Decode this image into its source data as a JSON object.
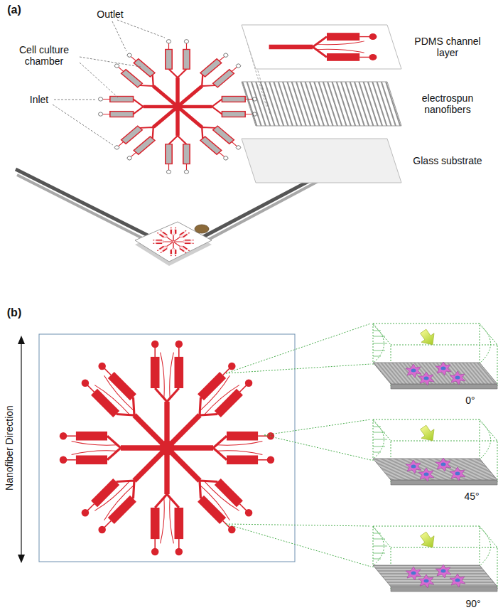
{
  "diagram": {
    "labels": [
      "(a)",
      "Outlet",
      "Cell culture chamber",
      "Inlet",
      "PDMS channel layer",
      "electrospun nanofibers",
      "Glass substrate",
      "(b)",
      "Nanofiber Direction",
      "0°",
      "45°",
      "90°"
    ]
  }
}
